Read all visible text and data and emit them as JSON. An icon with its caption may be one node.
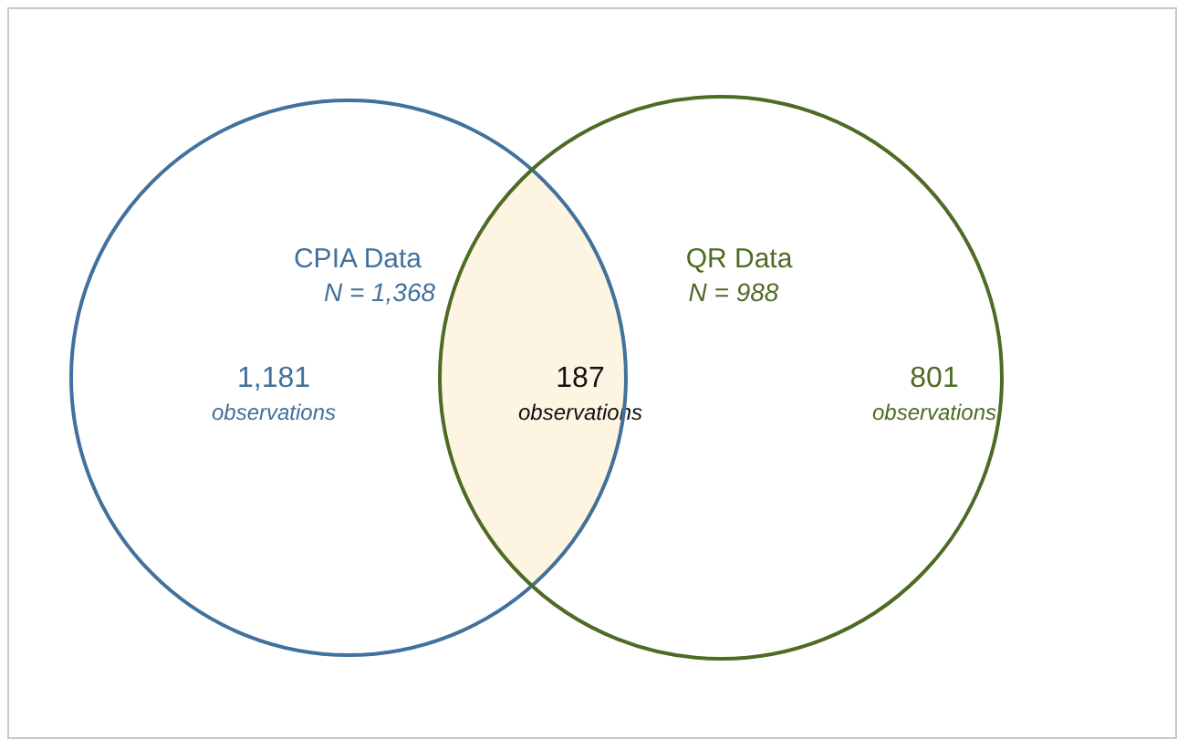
{
  "diagram": {
    "nodes": [
      {
        "text": [
          "CPIA Data",
          "N = 1,368",
          "1,181",
          "observations"
        ]
      },
      {
        "text": [
          "QR Data",
          "N = 988",
          "801",
          "observations"
        ]
      },
      {
        "text": [
          "187",
          "observations"
        ]
      }
    ]
  }
}
